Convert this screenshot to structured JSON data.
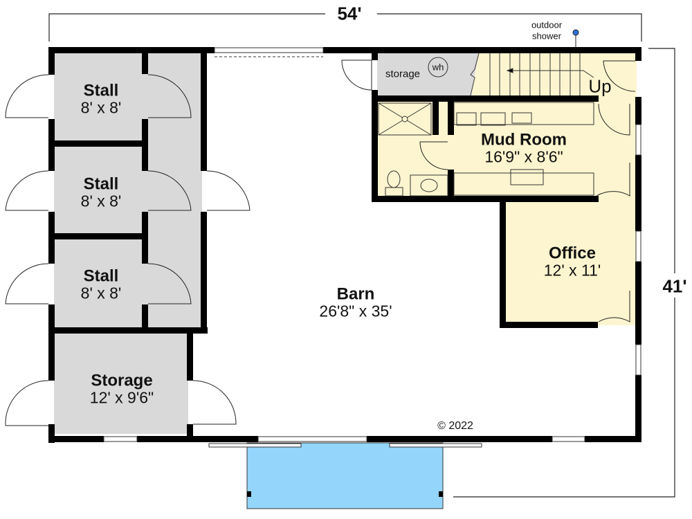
{
  "plan": {
    "overall_width": "54'",
    "overall_depth": "41'",
    "copyright": "© 2022",
    "colors": {
      "wall": "#000000",
      "stall_gray": "#d9d9d9",
      "living_cream": "#fdf5cf",
      "patio_blue": "#93d5fb",
      "shower_dot": "#2e6fd6"
    },
    "rooms": [
      {
        "name": "Stall",
        "size": "8' x 8'"
      },
      {
        "name": "Stall",
        "size": "8' x 8'"
      },
      {
        "name": "Stall",
        "size": "8' x 8'"
      },
      {
        "name": "Storage",
        "size": "12' x 9'6\""
      },
      {
        "name": "Barn",
        "size": "26'8\" x 35'"
      },
      {
        "name": "Mud Room",
        "size": "16'9\" x 8'6\""
      },
      {
        "name": "Office",
        "size": "12' x 11'"
      }
    ],
    "annotations": {
      "storage_small": "storage",
      "water_heater": "wh",
      "stairs": "Up",
      "outdoor_shower_line1": "outdoor",
      "outdoor_shower_line2": "shower"
    }
  }
}
